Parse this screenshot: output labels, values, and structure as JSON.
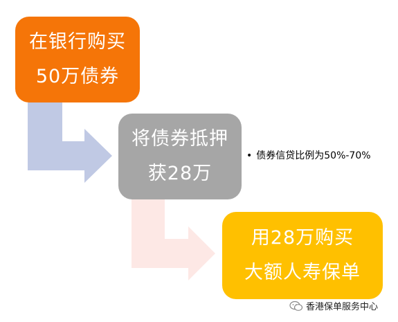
{
  "colors": {
    "step1": "#F57508",
    "step2": "#A6A6A6",
    "step3": "#FFC000",
    "arrow1": "#C0C9E4",
    "arrow2": "#FDE8E5"
  },
  "steps": [
    {
      "line1": "在银行购买",
      "line2": "50万债券"
    },
    {
      "line1": "将债券抵押",
      "line2": "获28万"
    },
    {
      "line1": "用28万购买",
      "line2": "大额人寿保单"
    }
  ],
  "note": {
    "bullet": "•",
    "text": "债券信贷比例为50%-70%"
  },
  "watermark": {
    "icon": "wechat-icon",
    "text": "香港保单服务中心"
  }
}
